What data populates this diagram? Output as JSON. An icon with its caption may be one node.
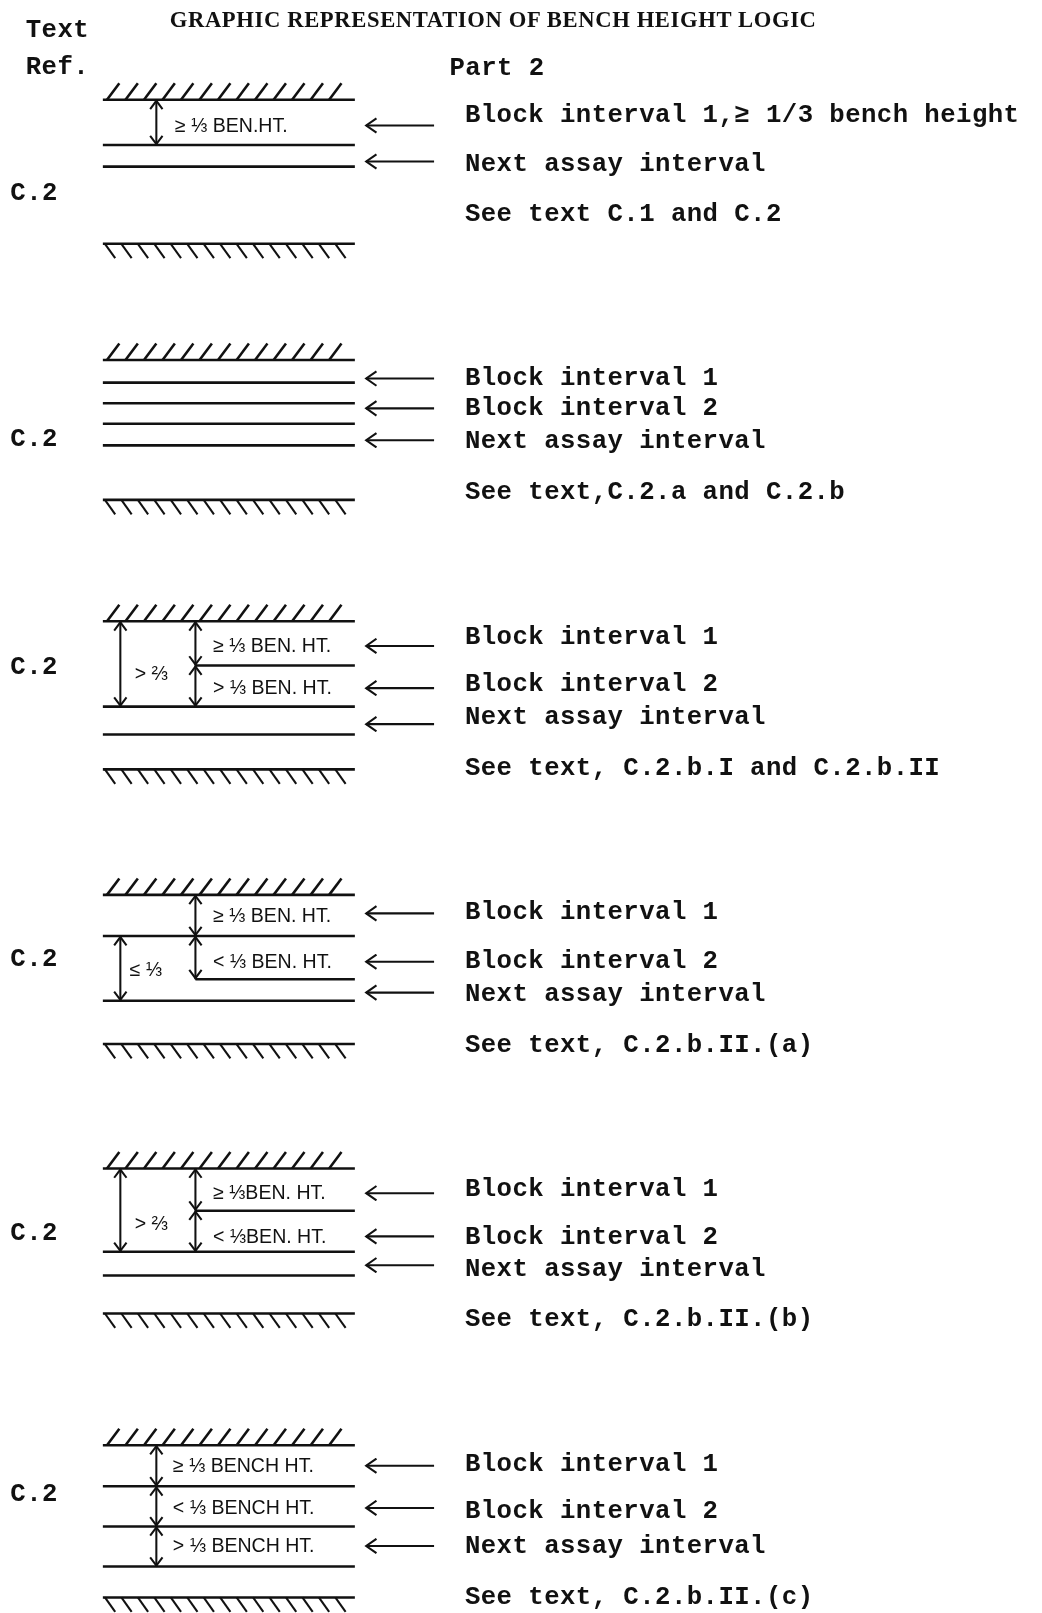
{
  "diagram": {
    "title": "GRAPHIC REPRESENTATION OF BENCH HEIGHT LOGIC",
    "nodes": [
      {
        "text": [
          "Block interval 1,≥ 1/3 bench height"
        ]
      },
      {
        "text": [
          "Next assay interval"
        ]
      },
      {
        "text": [
          "Block interval 1"
        ]
      },
      {
        "text": [
          "Block interval 2"
        ]
      },
      {
        "text": [
          "Next assay interval"
        ]
      },
      {
        "text": [
          "Block interval 1"
        ]
      },
      {
        "text": [
          "Block interval 2"
        ]
      },
      {
        "text": [
          "Next assay interval"
        ]
      },
      {
        "text": [
          "Block interval 1"
        ]
      },
      {
        "text": [
          "Block interval 2"
        ]
      },
      {
        "text": [
          "Next assay interval"
        ]
      },
      {
        "text": [
          "Block interval 1"
        ]
      },
      {
        "text": [
          "Block interval 2"
        ]
      },
      {
        "text": [
          "Next assay interval"
        ]
      },
      {
        "text": [
          "Block interval 1"
        ]
      },
      {
        "text": [
          "Block interval 2"
        ]
      },
      {
        "text": [
          "Next assay interval"
        ]
      },
      {
        "text": [],
        "shape": "picture"
      },
      {
        "text": [],
        "shape": "picture"
      },
      {
        "text": [],
        "shape": "picture"
      },
      {
        "text": [],
        "shape": "picture"
      },
      {
        "text": [],
        "shape": "picture"
      },
      {
        "text": [],
        "shape": "picture"
      }
    ],
    "edges": [
      {
        "from": 0,
        "to": 17,
        "arrow": "to"
      },
      {
        "from": 1,
        "to": 17,
        "arrow": "to"
      },
      {
        "from": 2,
        "to": 18,
        "arrow": "to"
      },
      {
        "from": 3,
        "to": 18,
        "arrow": "to"
      },
      {
        "from": 4,
        "to": 18,
        "arrow": "to"
      },
      {
        "from": 5,
        "to": 19,
        "arrow": "to"
      },
      {
        "from": 6,
        "to": 19,
        "arrow": "to"
      },
      {
        "from": 7,
        "to": 19,
        "arrow": "to"
      },
      {
        "from": 8,
        "to": 20,
        "arrow": "to"
      },
      {
        "from": 9,
        "to": 20,
        "arrow": "to"
      },
      {
        "from": 10,
        "to": 20,
        "arrow": "to"
      },
      {
        "from": 11,
        "to": 21,
        "arrow": "to"
      },
      {
        "from": 12,
        "to": 21,
        "arrow": "to"
      },
      {
        "from": 13,
        "to": 21,
        "arrow": "to"
      },
      {
        "from": 14,
        "to": 22,
        "arrow": "to"
      },
      {
        "from": 15,
        "to": 22,
        "arrow": "to"
      },
      {
        "from": 16,
        "to": 22,
        "arrow": "to"
      }
    ],
    "labels": [
      "Text Ref.",
      "Part 2",
      "≥ ⅓ BEN.HT.",
      "C.2",
      "See text C.1 and C.2",
      "C.2",
      "See text,C.2.a and C.2.b",
      "> ⅔",
      "≥ ⅓ BEN. HT.",
      "> ⅓ BEN. HT.",
      "C.2",
      "See text, C.2.b.I and C.2.b.II",
      "≥ ⅓ BEN. HT.",
      "≤ ⅓",
      "< ⅓ BEN. HT.",
      "C.2",
      "See text, C.2.b.II.(a)",
      "> ⅔",
      "≥ ⅓BEN. HT.",
      "< ⅓BEN. HT.",
      "C.2",
      "See text, C.2.b.II.(b)",
      "≥ ⅓ BENCH HT.",
      "< ⅓ BENCH HT.",
      "> ⅓ BENCH HT.",
      "C.2",
      "See text, C.2.b.II.(c)"
    ]
  }
}
